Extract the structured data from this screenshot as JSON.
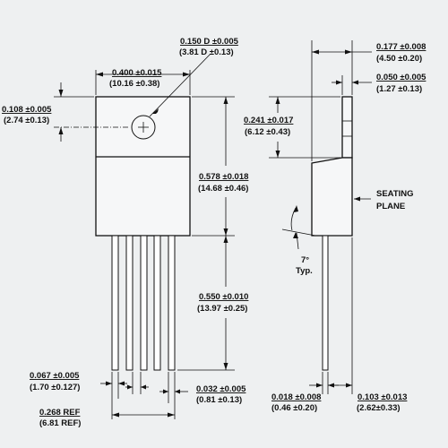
{
  "labels": {
    "hole_dia": "0.150 D ±0.005",
    "hole_dia_mm": "(3.81 D ±0.13)",
    "body_width": "0.400 ±0.015",
    "body_width_mm": "(10.16 ±0.38)",
    "hole_offset": "0.108 ±0.005",
    "hole_offset_mm": "(2.74 ±0.13)",
    "body_height": "0.578 ±0.018",
    "body_height_mm": "(14.68 ±0.46)",
    "lead_length": "0.550 ±0.010",
    "lead_length_mm": "(13.97 ±0.25)",
    "lead_width": "0.067 ±0.005",
    "lead_width_mm": "(1.70 ±0.127)",
    "lead_span": "0.268 REF",
    "lead_span_mm": "(6.81 REF)",
    "lead_pitch": "0.032 ±0.005",
    "lead_pitch_mm": "(0.81 ±0.13)",
    "thickness": "0.177 ±0.008",
    "thickness_mm": "(4.50 ±0.20)",
    "tab_thickness": "0.050 ±0.005",
    "tab_thickness_mm": "(1.27 ±0.13)",
    "tab_height": "0.241 ±0.017",
    "tab_height_mm": "(6.12 ±0.43)",
    "seating_plane_1": "SEATING",
    "seating_plane_2": "PLANE",
    "angle": "7°",
    "angle_typ": "Typ.",
    "lead_thickness": "0.018 ±0.008",
    "lead_thickness_mm": "(0.46 ±0.20)",
    "lead_offset": "0.103 ±0.013",
    "lead_offset_mm": "(2.62±0.33)"
  }
}
